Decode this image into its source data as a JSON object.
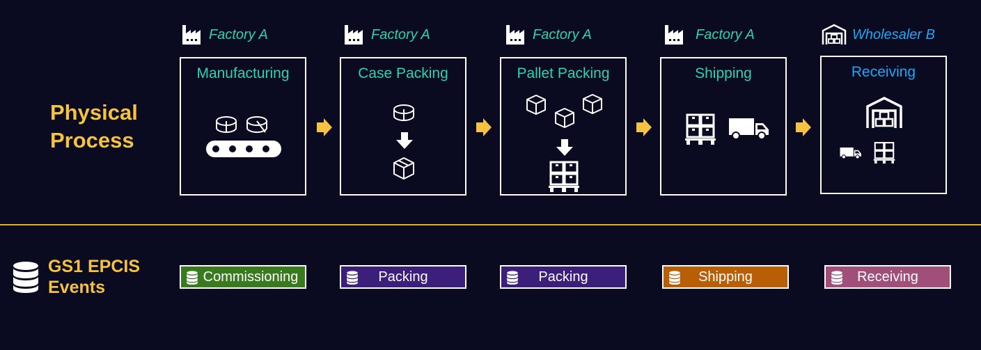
{
  "physical_process_label": "Physical Process",
  "events_label": "GS1 EPCIS Events",
  "colors": {
    "background": "#0a0a20",
    "accent": "#f5c242",
    "factory_text": "#2ed3b0",
    "wholesaler_text": "#1ea8f5",
    "commissioning": "#3a7a1e",
    "packing": "#3b1f7a",
    "shipping": "#b85e06",
    "receiving": "#a04e7a"
  },
  "steps": [
    {
      "location": "Factory A",
      "location_icon": "factory-icon",
      "title": "Manufacturing",
      "event": "Commissioning"
    },
    {
      "location": "Factory A",
      "location_icon": "factory-icon",
      "title": "Case Packing",
      "event": "Packing"
    },
    {
      "location": "Factory A",
      "location_icon": "factory-icon",
      "title": "Pallet Packing",
      "event": "Packing"
    },
    {
      "location": "Factory A",
      "location_icon": "factory-icon",
      "title": "Shipping",
      "event": "Shipping"
    },
    {
      "location": "Wholesaler B",
      "location_icon": "warehouse-icon",
      "title": "Receiving",
      "event": "Receiving"
    }
  ]
}
